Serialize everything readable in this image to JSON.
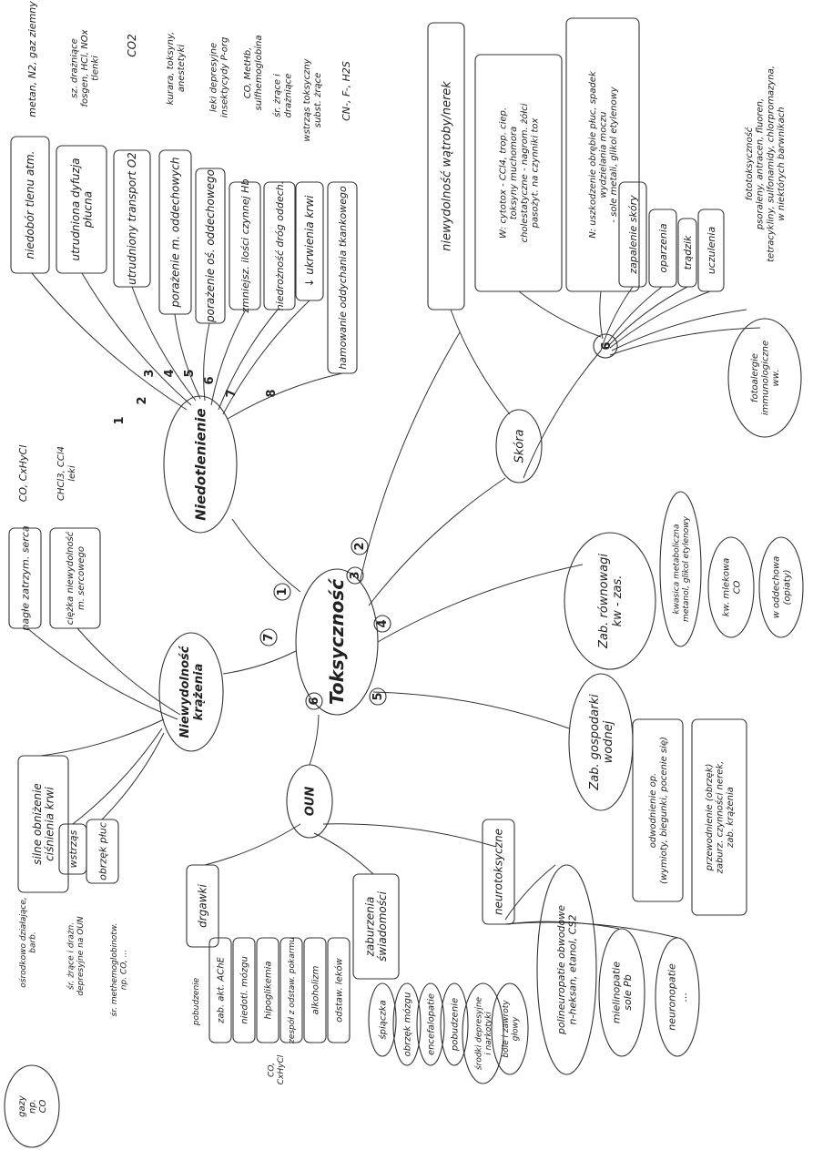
{
  "title": "Toksyczność",
  "nodes": [
    {
      "id": "center",
      "lines": [
        "Toksyczność"
      ],
      "shape": "ellipse"
    },
    {
      "id": "niedotlenienie",
      "lines": [
        "Niedotlenienie"
      ],
      "shape": "ellipse"
    },
    {
      "id": "b1",
      "lines": [
        "niedobór tlenu atm."
      ],
      "shape": "box"
    },
    {
      "id": "b1n",
      "lines": [
        "metan, N2, gaz ziemny"
      ],
      "shape": "none"
    },
    {
      "id": "b2",
      "lines": [
        "utrudniona dyfuzja",
        "płucna"
      ],
      "shape": "box"
    },
    {
      "id": "b2n",
      "lines": [
        "sz. drażniące",
        "fosgen, HCl, NOx",
        "tlenki"
      ],
      "shape": "none"
    },
    {
      "id": "b3",
      "lines": [
        "utrudniony transport O2"
      ],
      "shape": "box"
    },
    {
      "id": "b3n",
      "lines": [
        "CO2"
      ],
      "shape": "none"
    },
    {
      "id": "b4",
      "lines": [
        "porażenie m. oddechowych"
      ],
      "shape": "box"
    },
    {
      "id": "b4n",
      "lines": [
        "kurara, toksyny,",
        "anestetyki"
      ],
      "shape": "none"
    },
    {
      "id": "b5",
      "lines": [
        "porażenie oś. oddechowego"
      ],
      "shape": "box"
    },
    {
      "id": "b5n",
      "lines": [
        "leki depresyjne",
        "insektycydy P-org"
      ],
      "shape": "none"
    },
    {
      "id": "b6",
      "lines": [
        "zmniejsz. ilości czynnej Hb"
      ],
      "shape": "box"
    },
    {
      "id": "b6n",
      "lines": [
        "CO, MetHb,",
        "sulfhemoglobina"
      ],
      "shape": "none"
    },
    {
      "id": "b7",
      "lines": [
        "niedrożność dróg oddech."
      ],
      "shape": "box"
    },
    {
      "id": "b7n",
      "lines": [
        "śr. żrące i",
        "drażniące"
      ],
      "shape": "none"
    },
    {
      "id": "b8",
      "lines": [
        "↓ ukrwienia krwi"
      ],
      "shape": "box"
    },
    {
      "id": "b8n",
      "lines": [
        "wstrząs toksyczny",
        "subst. żrące"
      ],
      "shape": "none"
    },
    {
      "id": "b9",
      "lines": [
        "hamowanie oddychania tkankowego"
      ],
      "shape": "box"
    },
    {
      "id": "b9n",
      "lines": [
        "CN-, F-, H2S"
      ],
      "shape": "none"
    },
    {
      "id": "watroba",
      "lines": [
        "niewydolność wątroby/nerek"
      ],
      "shape": "box"
    },
    {
      "id": "watrobaW",
      "lines": [
        "W: cytotox - CCl4, trop. ciep.",
        "toksyny muchomora",
        "cholestatyczne - nagrom. żółci",
        "pasożyt. na czynniki tox"
      ],
      "shape": "box"
    },
    {
      "id": "nerkiN",
      "lines": [
        "N: uszkodzenie obrębie płuc, spadek",
        "wydzielania moczu",
        "- sole metali, glikol etylenowy"
      ],
      "shape": "box"
    },
    {
      "id": "skora",
      "lines": [
        "Skóra"
      ],
      "shape": "ellipse"
    },
    {
      "id": "s1",
      "lines": [
        "zapalenie skóry"
      ],
      "shape": "box"
    },
    {
      "id": "s2",
      "lines": [
        "oparzenia"
      ],
      "shape": "box"
    },
    {
      "id": "s3",
      "lines": [
        "trądzik"
      ],
      "shape": "box"
    },
    {
      "id": "s4",
      "lines": [
        "uczulenia"
      ],
      "shape": "box"
    },
    {
      "id": "s5",
      "lines": [
        "fototoksyczność",
        "psoraleny, antracen, fluoren,",
        "tetracykliny, sulfonamidy, chlorpromazyna,",
        "w niektórych barwnikach"
      ],
      "shape": "none"
    },
    {
      "id": "s6",
      "lines": [
        "fotoalergie",
        "immunologiczne",
        "ww."
      ],
      "shape": "ellipse"
    },
    {
      "id": "kwas",
      "lines": [
        "Zab. równowagi",
        "kw - zas."
      ],
      "shape": "ellipse"
    },
    {
      "id": "k1",
      "lines": [
        "kwasica metaboliczna",
        "metanol, glikol etylenowy"
      ],
      "shape": "ellipse"
    },
    {
      "id": "k2",
      "lines": [
        "kw. mlekowa",
        "CO"
      ],
      "shape": "ellipse"
    },
    {
      "id": "k3",
      "lines": [
        "w oddechowa",
        "(opiaty)"
      ],
      "shape": "ellipse"
    },
    {
      "id": "woda",
      "lines": [
        "Zab. gospodarki",
        "wodnej"
      ],
      "shape": "ellipse"
    },
    {
      "id": "w1",
      "lines": [
        "odwodnienie op.",
        "(wymioty, biegunki, pocenie się)"
      ],
      "shape": "box"
    },
    {
      "id": "w2",
      "lines": [
        "przewodnienie (obrzęk)",
        "zaburz. czynności nerek,",
        "zab. krążenia"
      ],
      "shape": "box"
    },
    {
      "id": "oun",
      "lines": [
        "OUN"
      ],
      "shape": "ellipse"
    },
    {
      "id": "drgawki",
      "lines": [
        "drgawki"
      ],
      "shape": "box"
    },
    {
      "id": "d1",
      "lines": [
        "zab. akt. AChE"
      ],
      "shape": "box"
    },
    {
      "id": "d2",
      "lines": [
        "niedotl. mózgu"
      ],
      "shape": "box"
    },
    {
      "id": "d3",
      "lines": [
        "hipoglikemia"
      ],
      "shape": "box"
    },
    {
      "id": "d4",
      "lines": [
        "zespół z odstaw. pokarmu"
      ],
      "shape": "box"
    },
    {
      "id": "d5",
      "lines": [
        "alkoholizm"
      ],
      "shape": "box"
    },
    {
      "id": "d6",
      "lines": [
        "odstaw. leków"
      ],
      "shape": "box"
    },
    {
      "id": "dn1",
      "lines": [
        "pobudzenie"
      ],
      "shape": "none"
    },
    {
      "id": "dn2",
      "lines": [
        "CO,",
        "CxHyCl"
      ],
      "shape": "none"
    },
    {
      "id": "swiad",
      "lines": [
        "zaburzenia",
        "świadomości"
      ],
      "shape": "box"
    },
    {
      "id": "z1",
      "lines": [
        "śpiączka"
      ],
      "shape": "ellipse"
    },
    {
      "id": "z2",
      "lines": [
        "obrzęk mózgu"
      ],
      "shape": "ellipse"
    },
    {
      "id": "z3",
      "lines": [
        "encefalopatie"
      ],
      "shape": "ellipse"
    },
    {
      "id": "z4",
      "lines": [
        "pobudzenie"
      ],
      "shape": "ellipse"
    },
    {
      "id": "z5",
      "lines": [
        "środki depresyjne",
        "i narkotyki"
      ],
      "shape": "ellipse"
    },
    {
      "id": "z6",
      "lines": [
        "bóle i zawroty",
        "głowy"
      ],
      "shape": "ellipse"
    },
    {
      "id": "neuro",
      "lines": [
        "neurotoksyczne"
      ],
      "shape": "box"
    },
    {
      "id": "n1",
      "lines": [
        "polineuropatie obwodowe",
        "n-heksan, etanol, CS2"
      ],
      "shape": "ellipse"
    },
    {
      "id": "n2",
      "lines": [
        "mielinopatie",
        "sole Pb"
      ],
      "shape": "ellipse"
    },
    {
      "id": "n3",
      "lines": [
        "neuronopatie",
        "..."
      ],
      "shape": "ellipse"
    },
    {
      "id": "krazenie",
      "lines": [
        "Niewydolność",
        "krążenia"
      ],
      "shape": "ellipse"
    },
    {
      "id": "c1",
      "lines": [
        "nagłe zatrzym. serca"
      ],
      "shape": "box"
    },
    {
      "id": "c1n",
      "lines": [
        "CO, CxHyCl"
      ],
      "shape": "none"
    },
    {
      "id": "c2",
      "lines": [
        "ciężka niewydolność",
        "m. sercowego"
      ],
      "shape": "box"
    },
    {
      "id": "c2n",
      "lines": [
        "CHCl3, CCl4",
        "leki"
      ],
      "shape": "none"
    },
    {
      "id": "c3",
      "lines": [
        "silne obniżenie",
        "ciśnienia krwi"
      ],
      "shape": "box"
    },
    {
      "id": "c4",
      "lines": [
        "wstrząs"
      ],
      "shape": "box"
    },
    {
      "id": "c5",
      "lines": [
        "obrzęk płuc"
      ],
      "shape": "box"
    },
    {
      "id": "cn1",
      "lines": [
        "ośrodkowo działające,",
        "barb."
      ],
      "shape": "none"
    },
    {
      "id": "cn2",
      "lines": [
        "śr. żrące i drażn.",
        "depresyjne na OUN"
      ],
      "shape": "none"
    },
    {
      "id": "cn3",
      "lines": [
        "śr. methemoglobinotw.",
        "np. CO, ..."
      ],
      "shape": "none"
    },
    {
      "id": "cn4",
      "lines": [
        "gazy",
        "np.",
        "CO"
      ],
      "shape": "ellipse"
    }
  ],
  "branch_numbers": [
    "1",
    "2",
    "3",
    "4",
    "5",
    "6",
    "7"
  ],
  "arrow_numbers": [
    "1",
    "2",
    "3",
    "4",
    "5",
    "6",
    "7",
    "8"
  ],
  "skin_number": "6"
}
